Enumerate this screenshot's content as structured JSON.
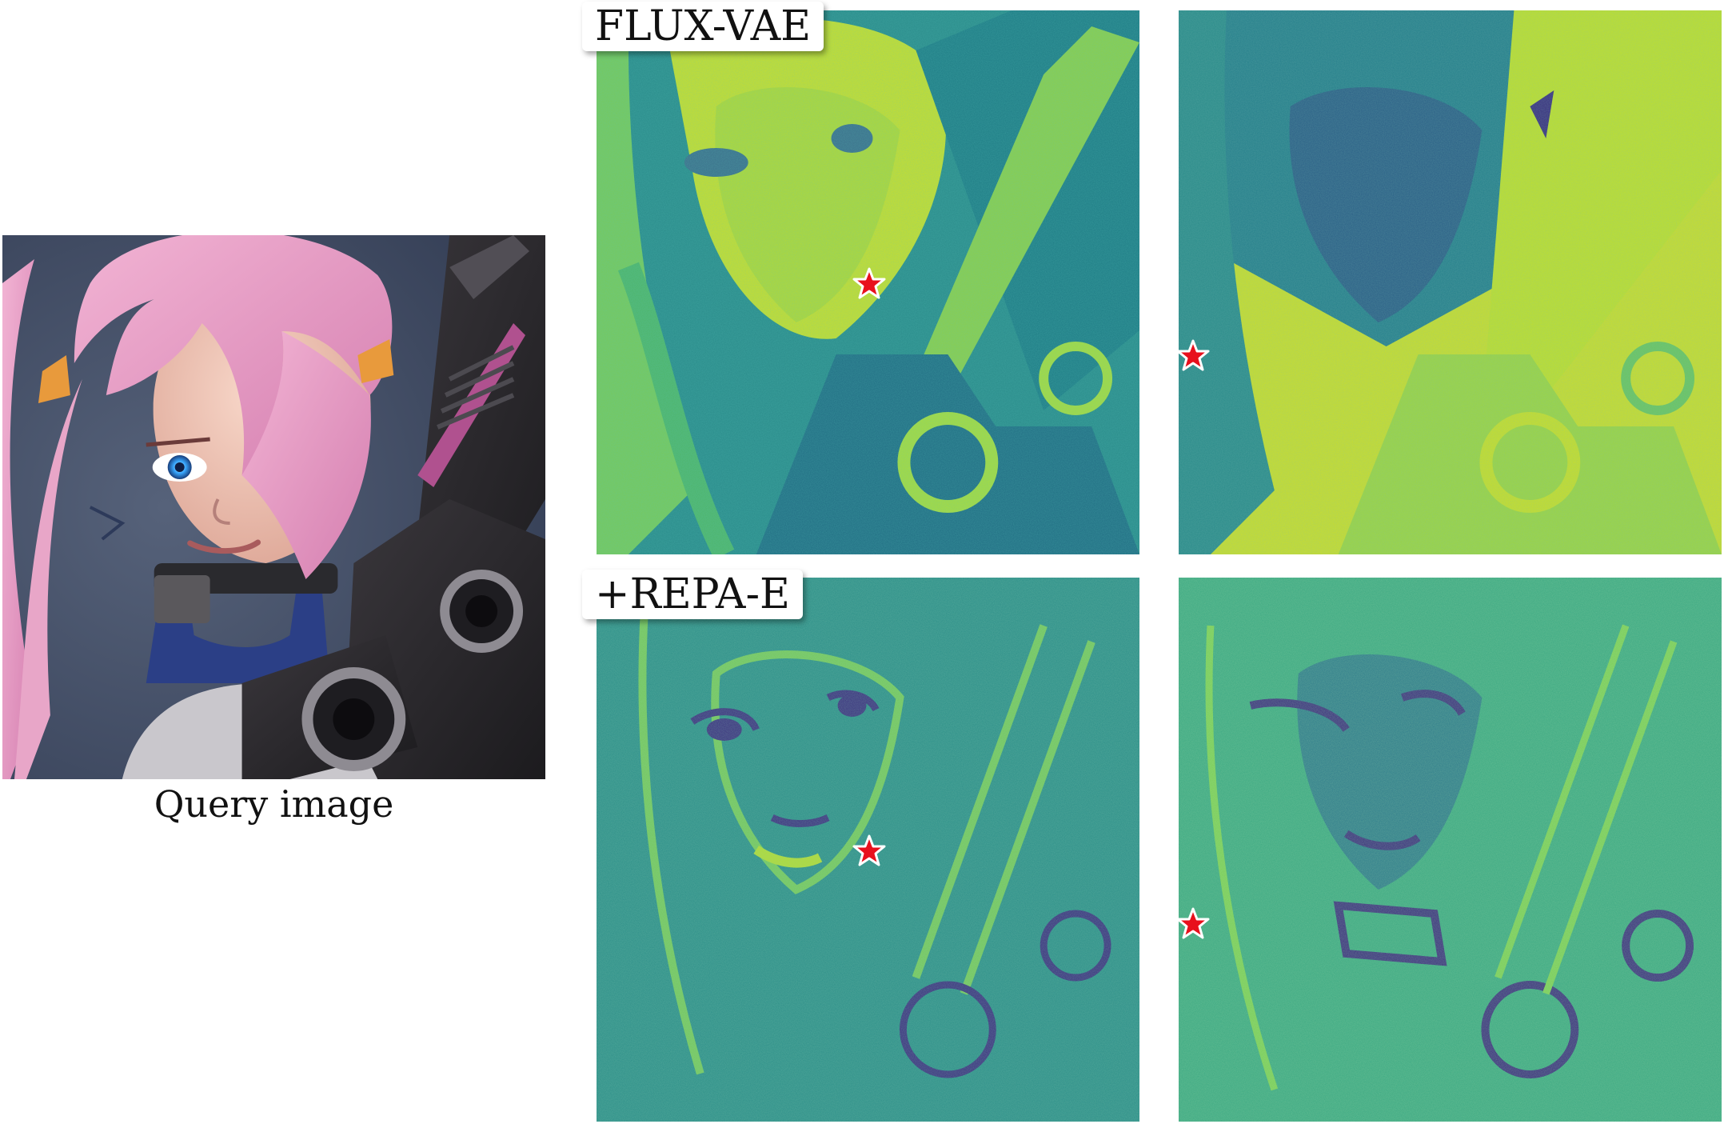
{
  "query": {
    "caption": "Query image",
    "palette": {
      "bg": "#3d4a63",
      "hair": "#e79cc4",
      "skin": "#efc5b5",
      "eye": "#39a8ff",
      "gun": "#2c2a2e",
      "gun_accent": "#b0518f",
      "collar": "#2b3f86"
    }
  },
  "rows": [
    {
      "label": "FLUX-VAE",
      "maps": [
        {
          "name": "flux-vae-map-1",
          "style": "bright"
        },
        {
          "name": "flux-vae-map-2",
          "style": "inverse"
        }
      ]
    },
    {
      "label": "+REPA-E",
      "maps": [
        {
          "name": "repa-e-map-1",
          "style": "edge"
        },
        {
          "name": "repa-e-map-2",
          "style": "edge-dark"
        }
      ]
    }
  ],
  "marker": {
    "shape": "star",
    "fill": "#e8101c",
    "stroke": "#ffffff"
  },
  "colormap": {
    "name": "viridis",
    "low": "#3b2a80",
    "mid": "#2a8c8a",
    "high": "#e7e61c"
  }
}
